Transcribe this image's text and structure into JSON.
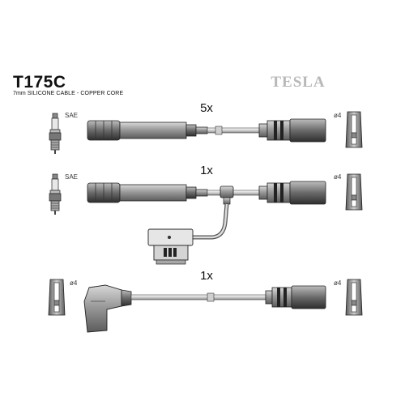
{
  "header": {
    "part_number": "T175C",
    "description": "7mm SILICONE CABLE - COPPER CORE",
    "brand": "TESLA"
  },
  "rows": [
    {
      "quantity": "5x",
      "left_label": "SAE",
      "right_label": "ø4"
    },
    {
      "quantity": "1x",
      "left_label": "SAE",
      "right_label": "ø4"
    },
    {
      "quantity": "1x",
      "left_label": "ø4",
      "right_label": "ø4"
    }
  ]
}
